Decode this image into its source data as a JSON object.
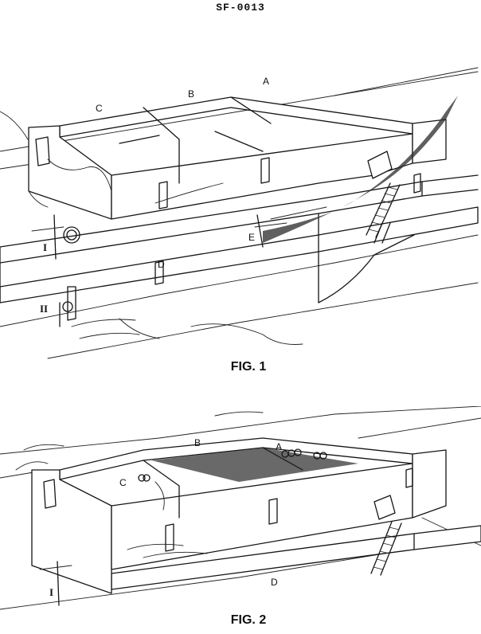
{
  "header": {
    "doc_id": "SF-0013"
  },
  "figure1": {
    "caption": "FIG. 1",
    "labels": {
      "a": "A",
      "b": "B",
      "c": "C",
      "d": "D",
      "e": "E",
      "i": "I",
      "ii": "II"
    }
  },
  "figure2": {
    "caption": "FIG. 2",
    "labels": {
      "a": "A",
      "b": "B",
      "c": "C",
      "d": "D",
      "i": "I"
    }
  }
}
